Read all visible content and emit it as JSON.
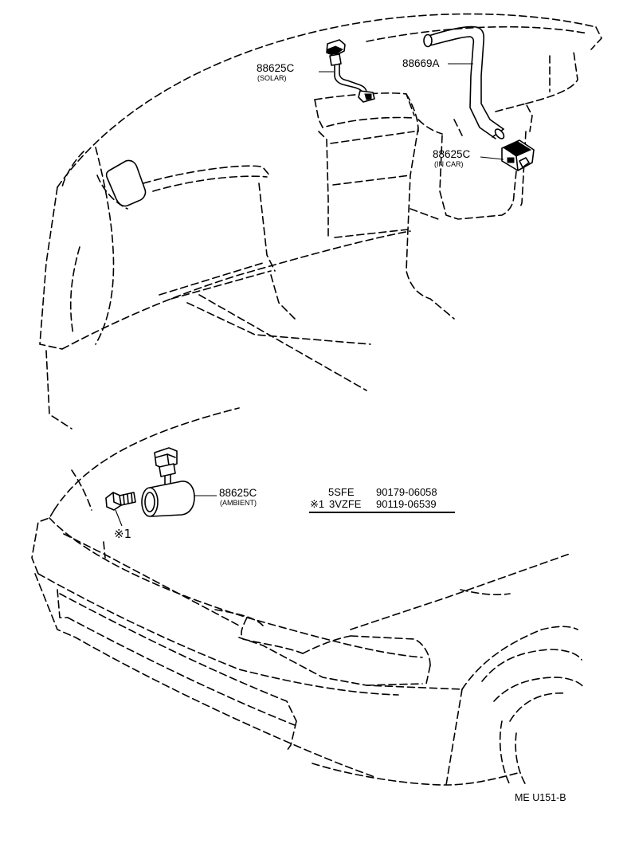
{
  "parts": {
    "solar_sensor": {
      "part_number": "88625C",
      "note": "(SOLAR)"
    },
    "hose": {
      "part_number": "88669A"
    },
    "in_car_sensor": {
      "part_number": "88625C",
      "note": "(IN CAR)"
    },
    "ambient_sensor": {
      "part_number": "88625C",
      "note": "(AMBIENT)"
    }
  },
  "bolt_callout": {
    "mark": "※1"
  },
  "bolt_table": {
    "rows": [
      {
        "mark": "",
        "engine": "5SFE",
        "part_number": "90179-06058"
      },
      {
        "mark": "※1",
        "engine": "3VZFE",
        "part_number": "90119-06539"
      }
    ]
  },
  "diagram_ref": "ME U151-B"
}
